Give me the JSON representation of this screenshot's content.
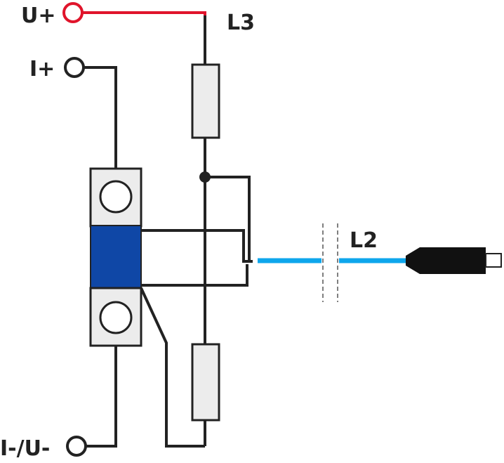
{
  "labels": {
    "u_plus": "U+",
    "i_plus": "I+",
    "i_minus_u_minus": "I-/U-",
    "l3": "L3",
    "l2": "L2"
  },
  "colors": {
    "voltage_line": "#e0142b",
    "shunt_body": "#0f47a6",
    "cable": "#0ea6ec",
    "wire": "#222222",
    "component_fill": "#ececec"
  }
}
